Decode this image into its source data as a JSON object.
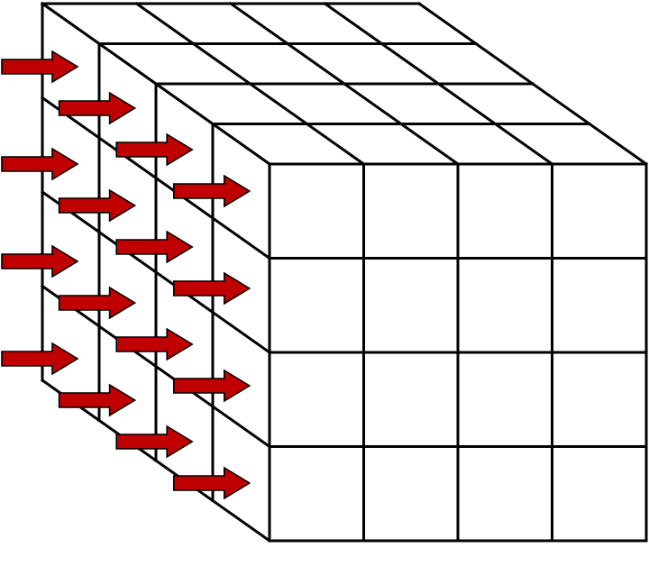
{
  "diagram": {
    "type": "cube-grid",
    "grid_divisions": 4,
    "colors": {
      "background": "#ffffff",
      "lines": "#000000",
      "faces": "#ffffff",
      "arrow_fill": "#c00000",
      "arrow_outline": "#000000"
    },
    "arrows": {
      "count": 16,
      "direction": "right",
      "icon": "red-arrow-right-icon",
      "layers": 4,
      "rows_per_layer": 4
    }
  }
}
